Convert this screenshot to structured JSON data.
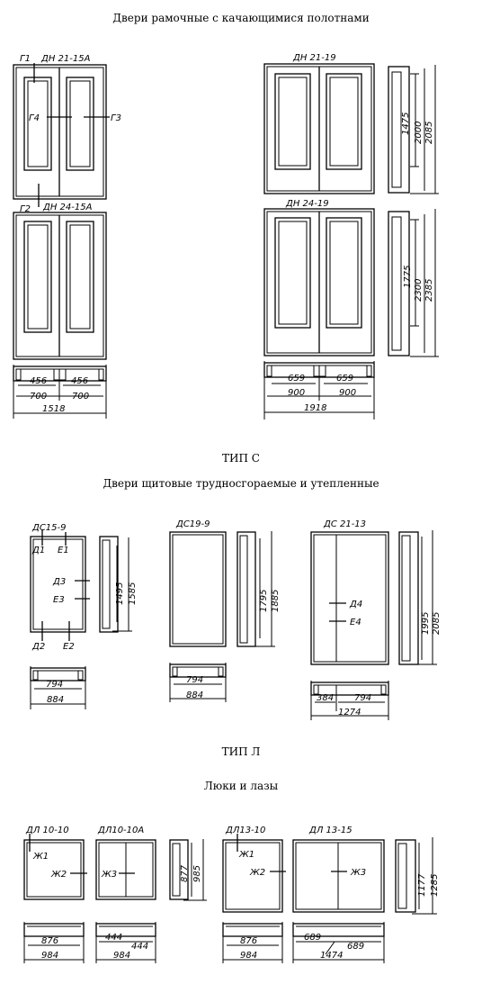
{
  "headings": {
    "h1": "Двери рамочные с качающимися полотнами",
    "h2": "ТИП С",
    "h3": "Двери щитовые трудносгораемые и утепленные",
    "h4": "ТИП Л",
    "h5": "Люки и лазы"
  },
  "labels": {
    "dn2115a": "ДН 21-15А",
    "dn2415a": "ДН 24-15А",
    "dn2119": "ДН 21-19",
    "dn2419": "ДН 24-19",
    "g1": "Г1",
    "g2": "Г2",
    "g3": "Г3",
    "g4": "Г4",
    "ds159": "ДС15-9",
    "ds199": "ДС19-9",
    "ds2113": "ДС 21-13",
    "d1": "Д1",
    "e1": "Е1",
    "d2": "Д2",
    "e2": "Е2",
    "d3": "Д3",
    "e3": "Е3",
    "d4": "Д4",
    "e4": "Е4",
    "dl1010": "ДЛ 10-10",
    "dl1010a": "ДЛ10-10А",
    "dl1310": "ДЛ13-10",
    "dl1315": "ДЛ 13-15",
    "zh1a": "Ж1",
    "zh2a": "Ж2",
    "zh3a": "Ж3",
    "zh1b": "Ж1",
    "zh2b": "Ж2",
    "zh3b": "Ж3"
  },
  "dims": {
    "d456a": "456",
    "d456b": "456",
    "d700a": "700",
    "d700b": "700",
    "d1518": "1518",
    "d659a": "659",
    "d659b": "659",
    "d900a": "900",
    "d900b": "900",
    "d1918": "1918",
    "d1475": "1475",
    "d2000": "2000",
    "d2085a": "2085",
    "d1775": "1775",
    "d2300": "2300",
    "d2385": "2385",
    "d1495": "1495",
    "d1585": "1585",
    "d794a": "794",
    "d884a": "884",
    "d1795": "1795",
    "d1885": "1885",
    "d794b": "794",
    "d884b": "884",
    "d1995": "1995",
    "d2085b": "2085",
    "d384": "384",
    "d794c": "794",
    "d1274": "1274",
    "d876a": "876",
    "d984a": "984",
    "d444a": "444",
    "d444b": "444",
    "d984b": "984",
    "d877": "877",
    "d985": "985",
    "d876b": "876",
    "d984c": "984",
    "d689a": "689",
    "d689b": "689",
    "d1474": "1474",
    "d1177": "1177",
    "d1285": "1285"
  }
}
